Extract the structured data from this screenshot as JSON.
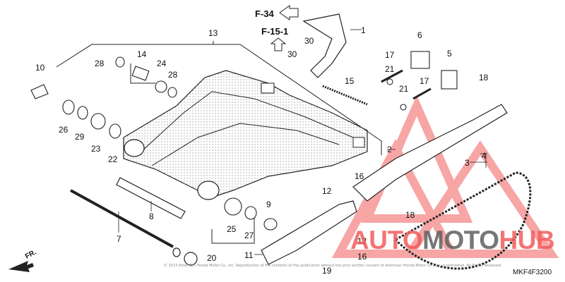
{
  "diagram": {
    "code": "MKF4F3200",
    "direction_label": "FR.",
    "copyright": "© 2023 American Honda Motor Co., Inc. Reproduction of the contents of this publication without the prior written consent of American Honda Motor Co., Inc. is prohibited. All Rights Reserved.",
    "references": {
      "f34": "F-34",
      "f151": "F-15-1"
    },
    "callouts": {
      "c1": "1",
      "c2": "2",
      "c3": "3",
      "c4": "4",
      "c5": "5",
      "c6": "6",
      "c7": "7",
      "c8": "8",
      "c9": "9",
      "c10": "10",
      "c11": "11",
      "c12a": "12",
      "c12b": "12",
      "c13": "13",
      "c14": "14",
      "c15": "15",
      "c16a": "16",
      "c16b": "16",
      "c17a": "17",
      "c17b": "17",
      "c18a": "18",
      "c18b": "18",
      "c19": "19",
      "c20": "20",
      "c21a": "21",
      "c21b": "21",
      "c22": "22",
      "c23": "23",
      "c24": "24",
      "c25": "25",
      "c26": "26",
      "c27": "27",
      "c28a": "28",
      "c28b": "28",
      "c29": "29",
      "c30a": "30",
      "c30b": "30"
    }
  },
  "watermark": {
    "part1": "AUTO",
    "part2": "MOTO",
    "part3": "HUB",
    "colors": {
      "red": "#f25c5c",
      "gray": "#606060"
    }
  }
}
